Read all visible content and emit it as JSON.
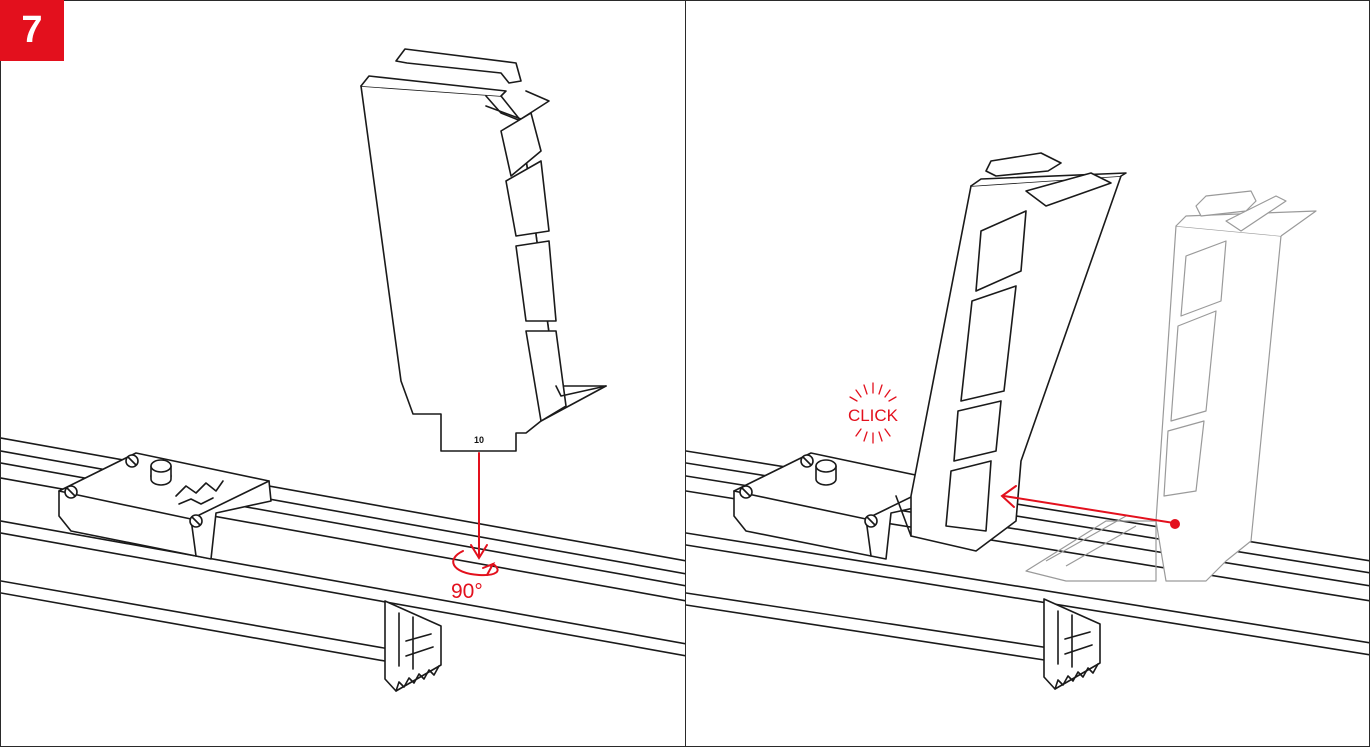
{
  "step": {
    "number": "7"
  },
  "left_panel": {
    "rotation_label": "90°",
    "profile_marking": "10"
  },
  "right_panel": {
    "sound_label": "CLICK"
  },
  "colors": {
    "accent": "#e3101d",
    "line": "#1a1a1a",
    "ghost": "#9a9a9a",
    "background": "#ffffff"
  }
}
